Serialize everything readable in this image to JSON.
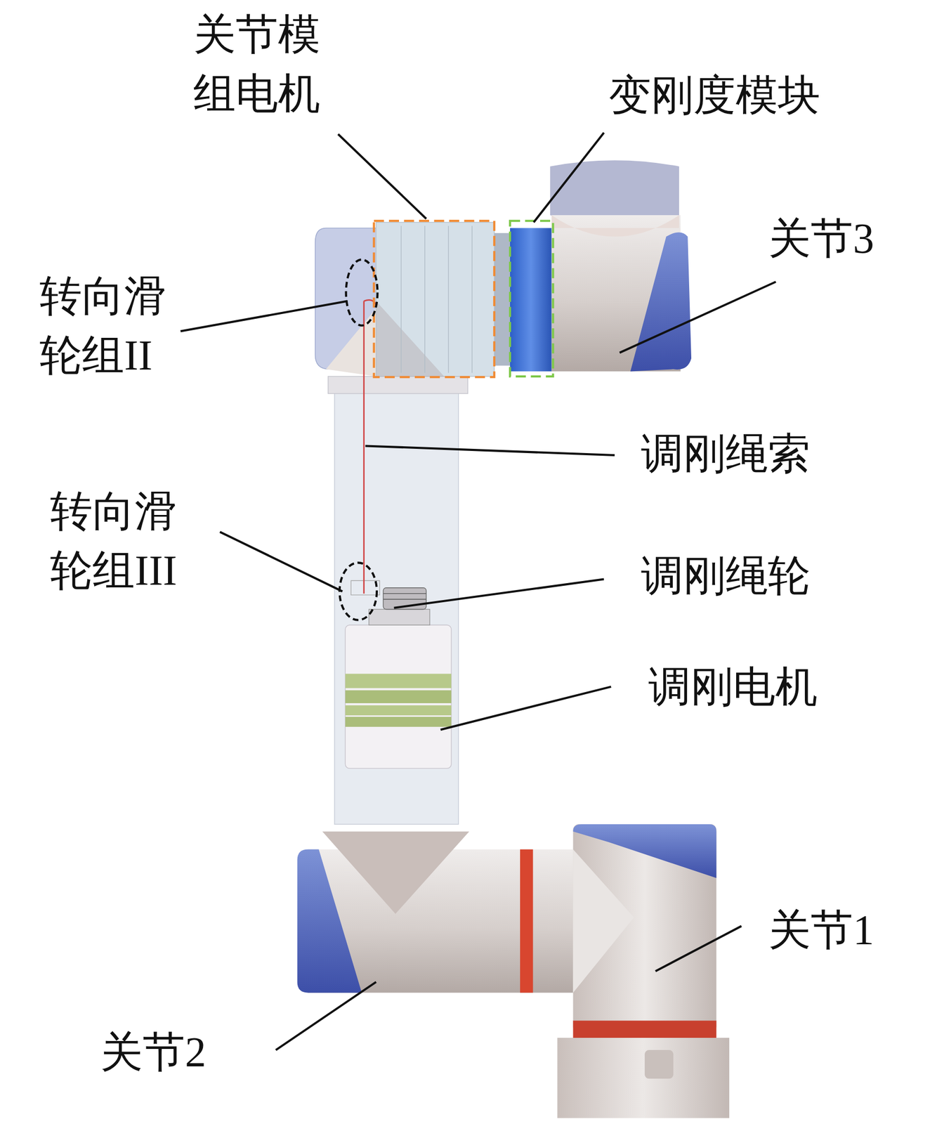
{
  "diagram": {
    "labels": [
      "关节模组电机",
      "变刚度模块",
      "关节3",
      "转向滑轮组II",
      "调刚绳索",
      "转向滑轮组III",
      "调刚绳轮",
      "调刚电机",
      "关节1",
      "关节2"
    ]
  }
}
